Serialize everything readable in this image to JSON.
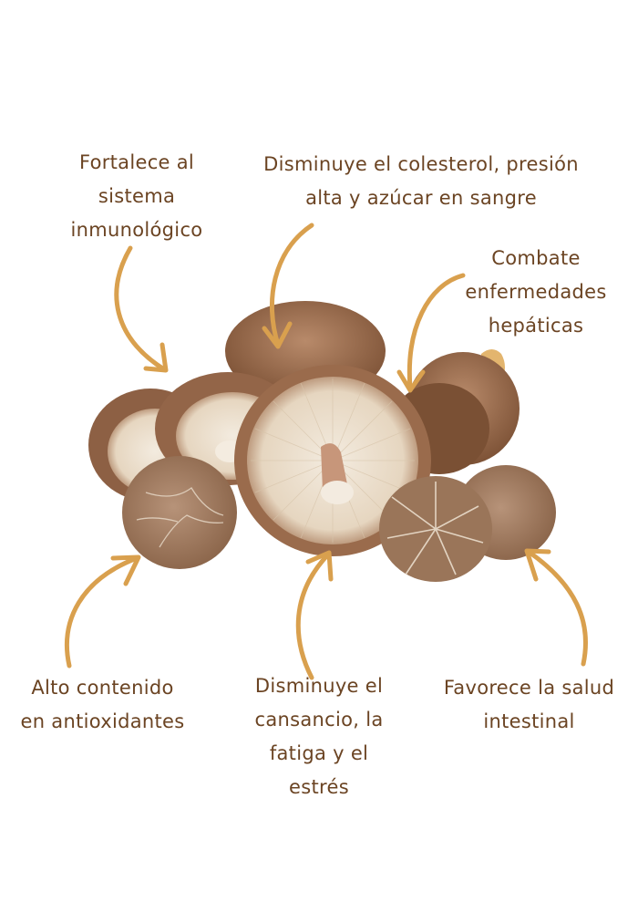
{
  "colors": {
    "background": "#ffffff",
    "text": "#6b4423",
    "arrow": "#d9a04e",
    "mushroom_cap_dark": "#8a5a3c",
    "mushroom_cap_mid": "#a9785a",
    "mushroom_gills": "#efe3d2"
  },
  "central_image": {
    "subject": "shiitake-mushrooms-group",
    "icon": "mushroom-illustration"
  },
  "callouts": [
    {
      "id": "immune",
      "lines": [
        "Fortalece al",
        "sistema",
        "inmunológico"
      ],
      "arrow_direction": "down-right",
      "icon": "curved-arrow-icon"
    },
    {
      "id": "cholesterol",
      "lines": [
        "Disminuye el colesterol, presión",
        "alta y azúcar en sangre"
      ],
      "arrow_direction": "down",
      "icon": "curved-arrow-icon"
    },
    {
      "id": "liver",
      "lines": [
        "Combate",
        "enfermedades",
        "hepáticas"
      ],
      "arrow_direction": "down-left",
      "icon": "curved-arrow-icon"
    },
    {
      "id": "antioxidants",
      "lines": [
        "Alto contenido",
        "en antioxidantes"
      ],
      "arrow_direction": "up-right",
      "icon": "curved-arrow-icon"
    },
    {
      "id": "fatigue",
      "lines": [
        "Disminuye el",
        "cansancio, la",
        "fatiga y el",
        "estrés"
      ],
      "arrow_direction": "up",
      "icon": "curved-arrow-icon"
    },
    {
      "id": "intestinal",
      "lines": [
        "Favorece la salud",
        "intestinal"
      ],
      "arrow_direction": "up-left",
      "icon": "curved-arrow-icon"
    }
  ]
}
